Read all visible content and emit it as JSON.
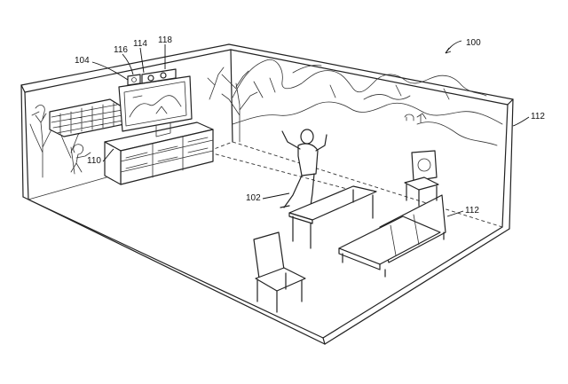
{
  "labels": {
    "system": "100",
    "user": "102",
    "projector": "104",
    "console": "110",
    "surface_right": "112",
    "surface_sofa": "112",
    "sensor_a": "114",
    "sensor_b": "116",
    "sensor_c": "118"
  },
  "colors": {
    "line": "#222222",
    "background": "#ffffff"
  }
}
